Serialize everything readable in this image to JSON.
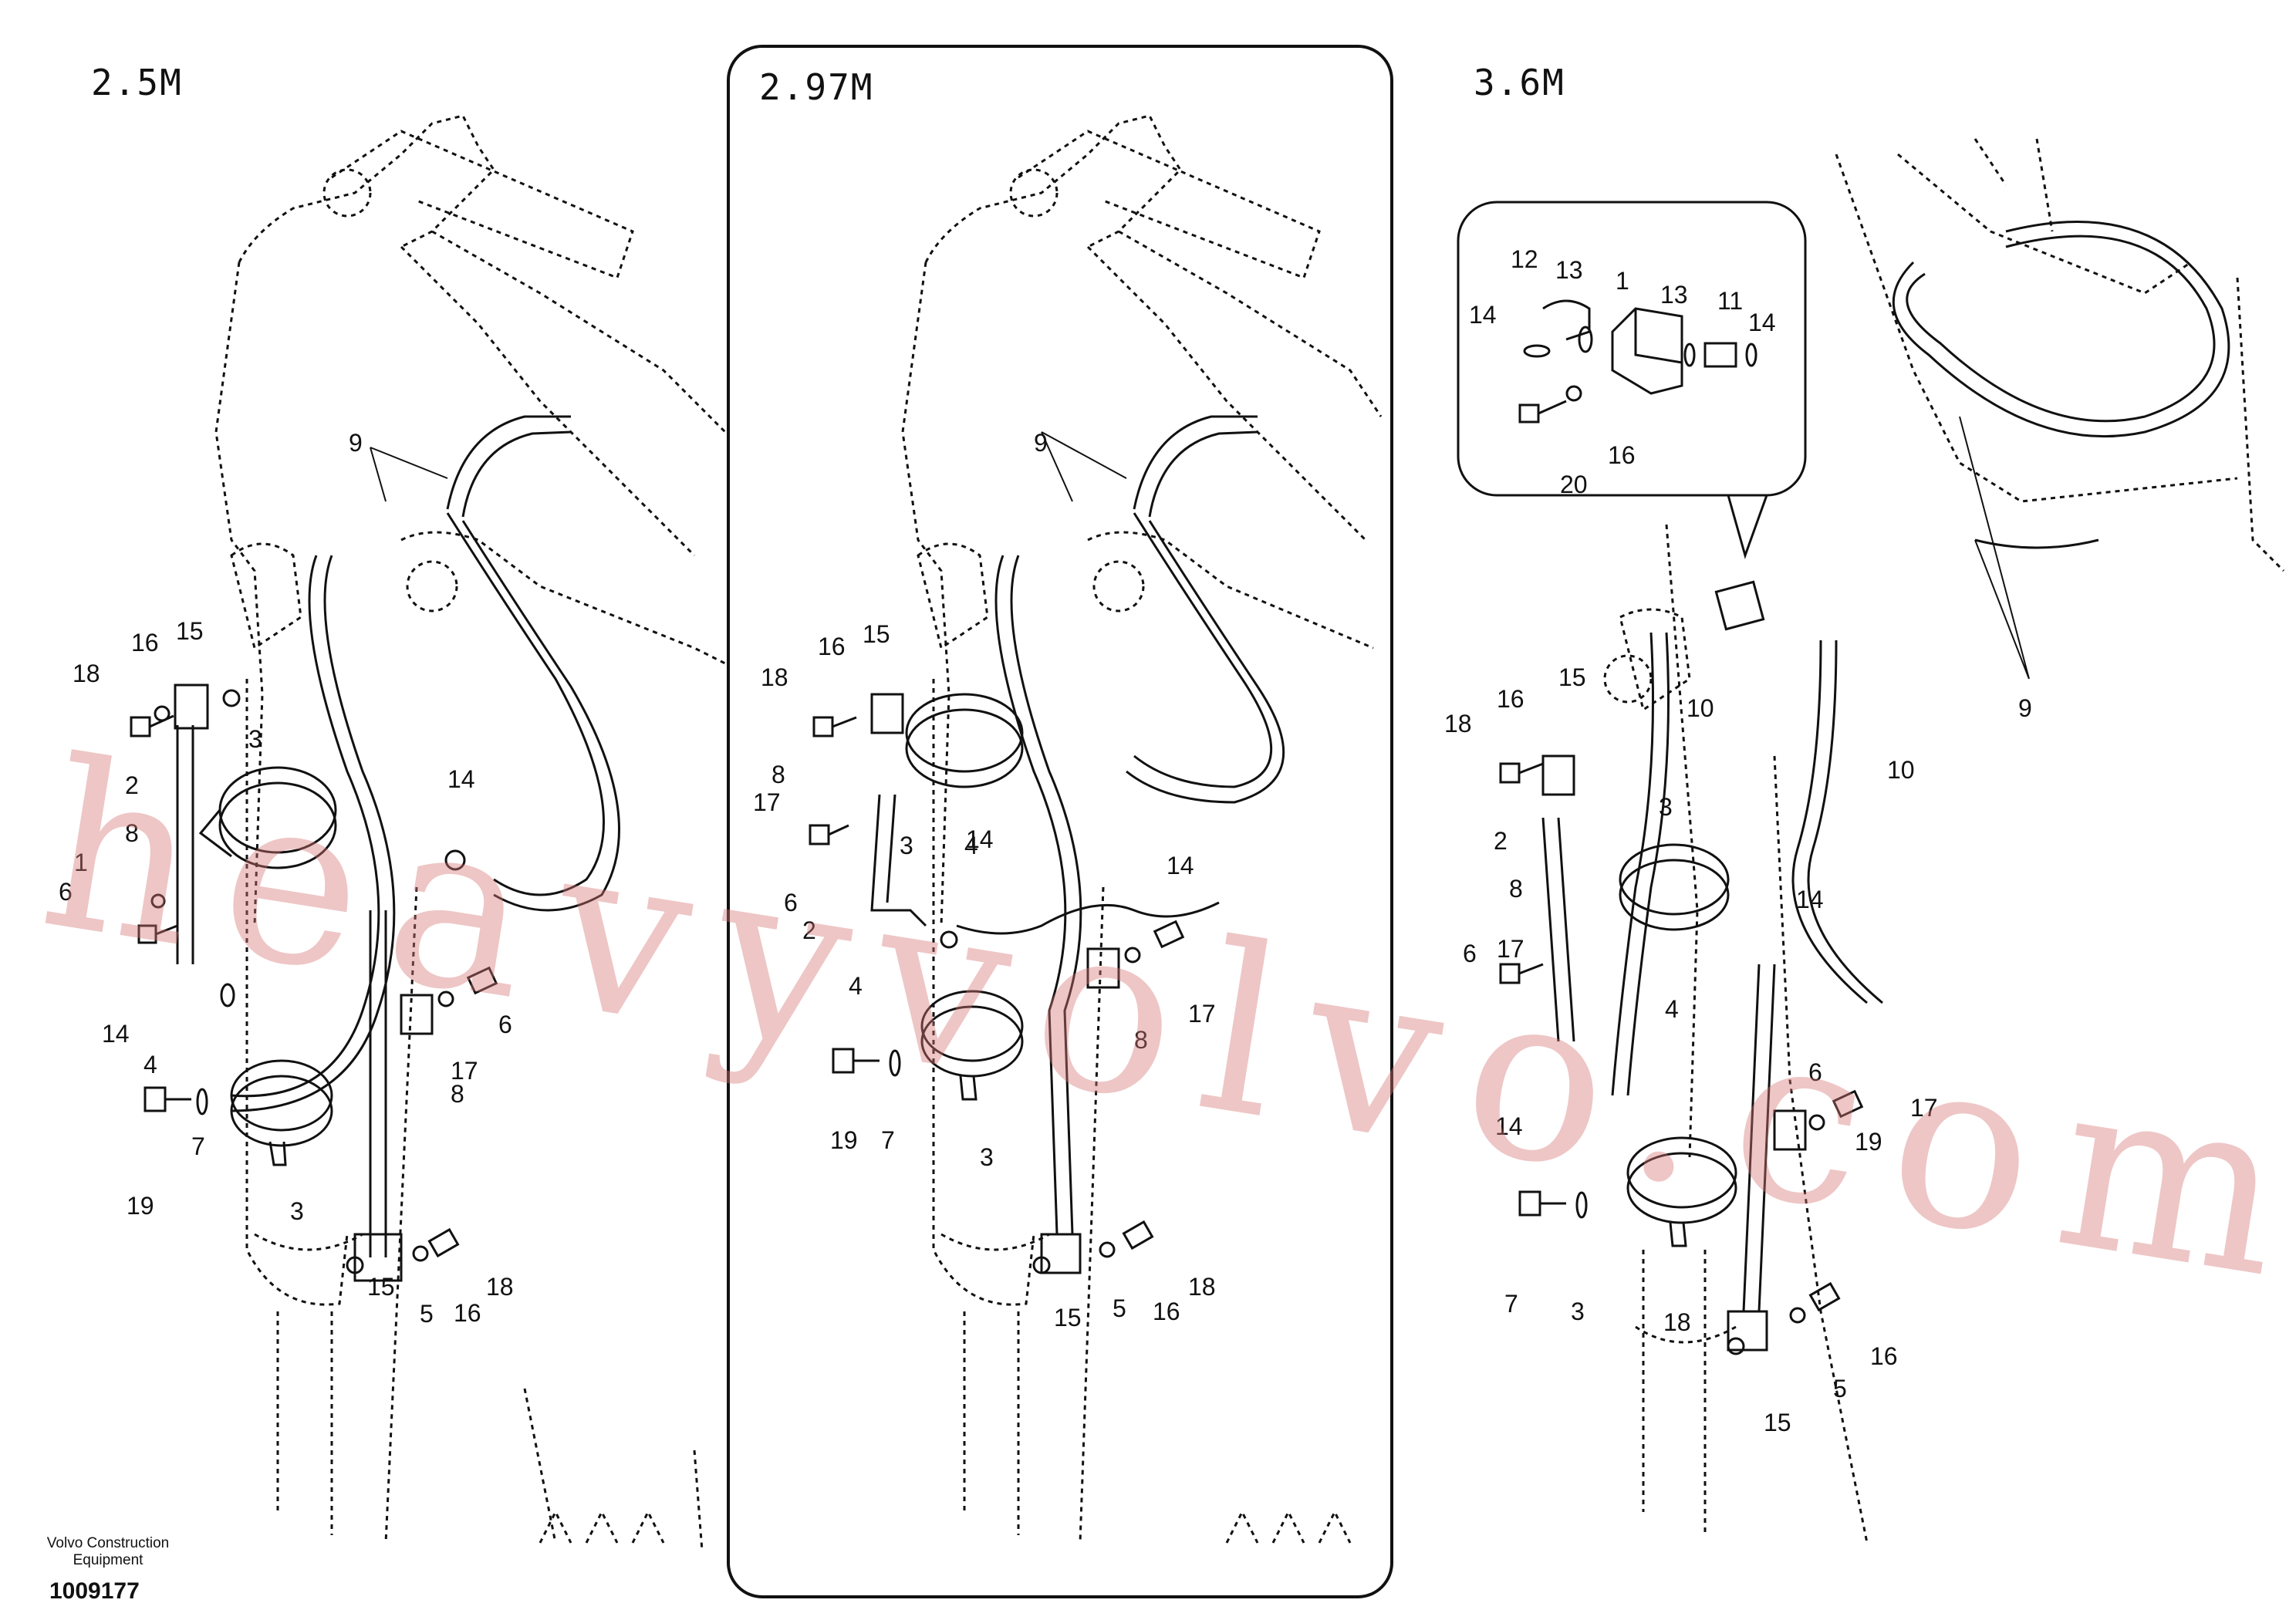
{
  "panels": [
    {
      "title": "2.5M"
    },
    {
      "title": "2.97M"
    },
    {
      "title": "3.6M"
    }
  ],
  "footer": {
    "brand_line1": "Volvo Construction",
    "brand_line2": "Equipment",
    "drawing_number": "1009177"
  },
  "watermark": "heavyvolvo.com",
  "callouts": {
    "panel1": [
      "9",
      "18",
      "16",
      "15",
      "3",
      "2",
      "8",
      "1",
      "6",
      "14",
      "14",
      "4",
      "19",
      "7",
      "3",
      "6",
      "17",
      "8",
      "15",
      "5",
      "16",
      "18"
    ],
    "panel2": [
      "9",
      "18",
      "16",
      "15",
      "8",
      "17",
      "3",
      "4",
      "6",
      "14",
      "2",
      "14",
      "4",
      "8",
      "17",
      "19",
      "7",
      "3",
      "15",
      "5",
      "16",
      "18"
    ],
    "panel3": [
      "12",
      "13",
      "1",
      "13",
      "11",
      "14",
      "14",
      "16",
      "20",
      "10",
      "10",
      "9",
      "18",
      "16",
      "15",
      "3",
      "2",
      "8",
      "17",
      "6",
      "4",
      "14",
      "14",
      "6",
      "17",
      "19",
      "7",
      "3",
      "18",
      "16",
      "5",
      "15"
    ]
  },
  "colors": {
    "line": "#111111",
    "watermark": "#d67878"
  }
}
